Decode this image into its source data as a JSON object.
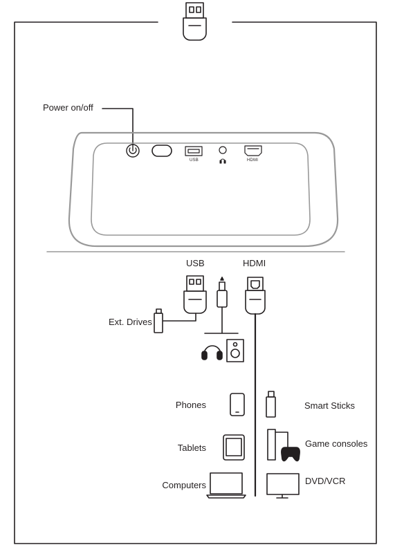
{
  "labels": {
    "power": "Power on/off",
    "usb_port": "USB",
    "hdmi_port": "HDMI",
    "usb": "USB",
    "hdmi": "HDMI",
    "ext_drives": "Ext. Drives",
    "phones": "Phones",
    "tablets": "Tablets",
    "computers": "Computers",
    "smart_sticks": "Smart Sticks",
    "game_consoles": "Game consoles",
    "dvd_vcr": "DVD/VCR"
  },
  "icons": {
    "top": "usb-stick-icon",
    "power": "power-icon",
    "headphone_port": "headphone-icon",
    "speaker": "speaker-icon",
    "headphones": "headphones-icon"
  },
  "colors": {
    "line": "#231f20",
    "device": "#999999",
    "surface": "#b3b3b3"
  }
}
